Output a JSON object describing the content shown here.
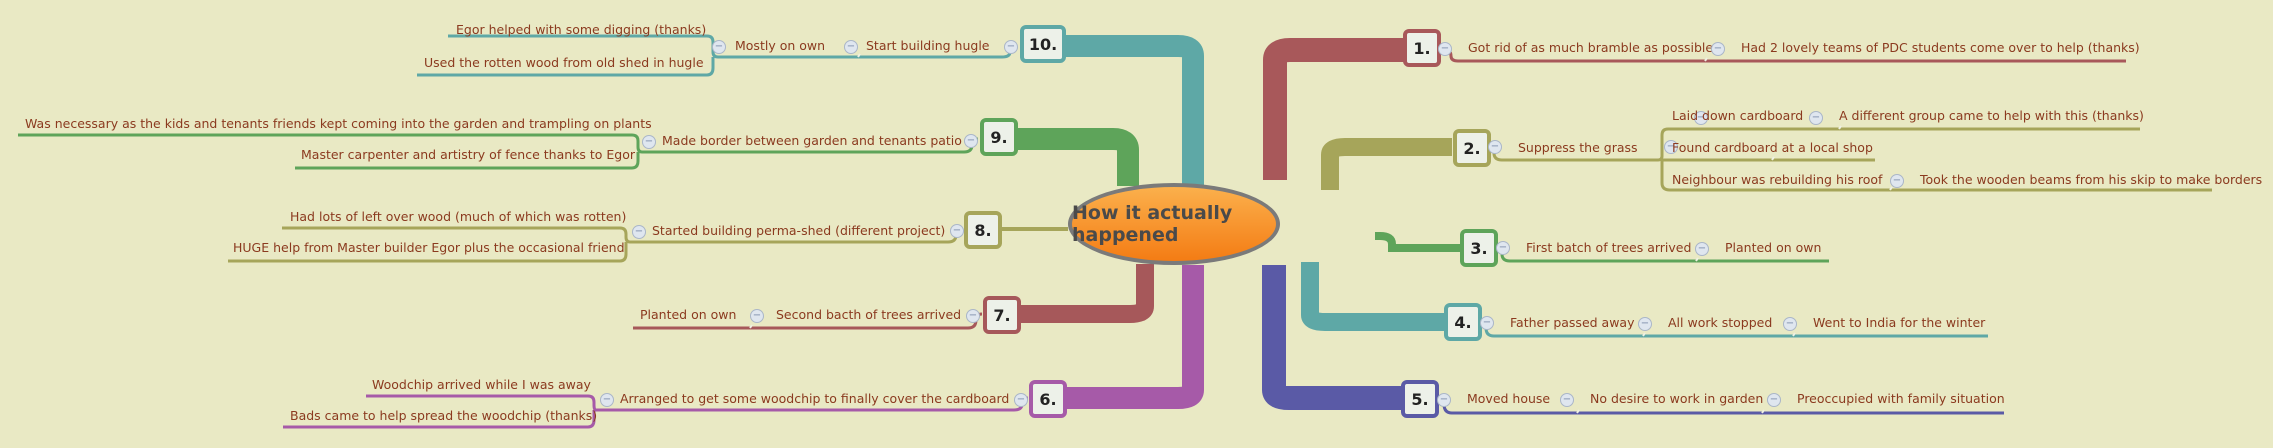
{
  "central": {
    "title": "How it actually happened"
  },
  "colors": {
    "background": "#e9e9c4",
    "b1": "#a8585a",
    "b2": "#a6a55a",
    "b3": "#5ea45a",
    "b4": "#5ea8a6",
    "b5": "#5a5aa6",
    "b6": "#a65aa8",
    "b7": "#a6585a",
    "b8": "#a6a55a",
    "b9": "#5ea45a",
    "b10": "#5ea8a6"
  },
  "icons": {
    "collapse": "minus-circle-icon"
  },
  "branches": {
    "b1": {
      "number": "1.",
      "items": [
        "Got rid of as much bramble as possible",
        "Had 2 lovely teams of PDC students come over to help (thanks)"
      ]
    },
    "b2": {
      "number": "2.",
      "main": "Suppress the grass",
      "children": [
        "Laid down cardboard",
        "A different group came to help with this (thanks)",
        "Found cardboard at a local shop",
        "Neighbour was rebuilding his roof",
        "Took the wooden beams from his skip to make borders"
      ]
    },
    "b3": {
      "number": "3.",
      "items": [
        "First batch of trees arrived",
        "Planted on own"
      ]
    },
    "b4": {
      "number": "4.",
      "items": [
        "Father passed away",
        "All work stopped",
        "Went to India for the winter"
      ]
    },
    "b5": {
      "number": "5.",
      "items": [
        "Moved house",
        "No desire to work in garden",
        "Preoccupied with family situation"
      ]
    },
    "b6": {
      "number": "6.",
      "main": "Arranged to get some woodchip to finally cover the cardboard",
      "children": [
        "Woodchip arrived while I was away",
        "Bads came to help spread the woodchip (thanks)"
      ]
    },
    "b7": {
      "number": "7.",
      "items": [
        "Second bacth of trees arrived",
        "Planted on own"
      ]
    },
    "b8": {
      "number": "8.",
      "main": "Started building perma-shed (different project)",
      "children": [
        "Had lots of left over wood (much of which was rotten)",
        "HUGE help from Master builder Egor plus the occasional friend"
      ]
    },
    "b9": {
      "number": "9.",
      "main": "Made border between garden and tenants patio",
      "children": [
        "Was necessary as the kids and tenants friends kept coming into the garden and trampling on plants",
        "Master carpenter and artistry of fence thanks to Egor"
      ]
    },
    "b10": {
      "number": "10.",
      "items": [
        "Start building hugle",
        "Mostly on own"
      ],
      "children": [
        "Egor helped with some digging (thanks)",
        "Used the rotten wood from old shed in hugle"
      ]
    }
  }
}
